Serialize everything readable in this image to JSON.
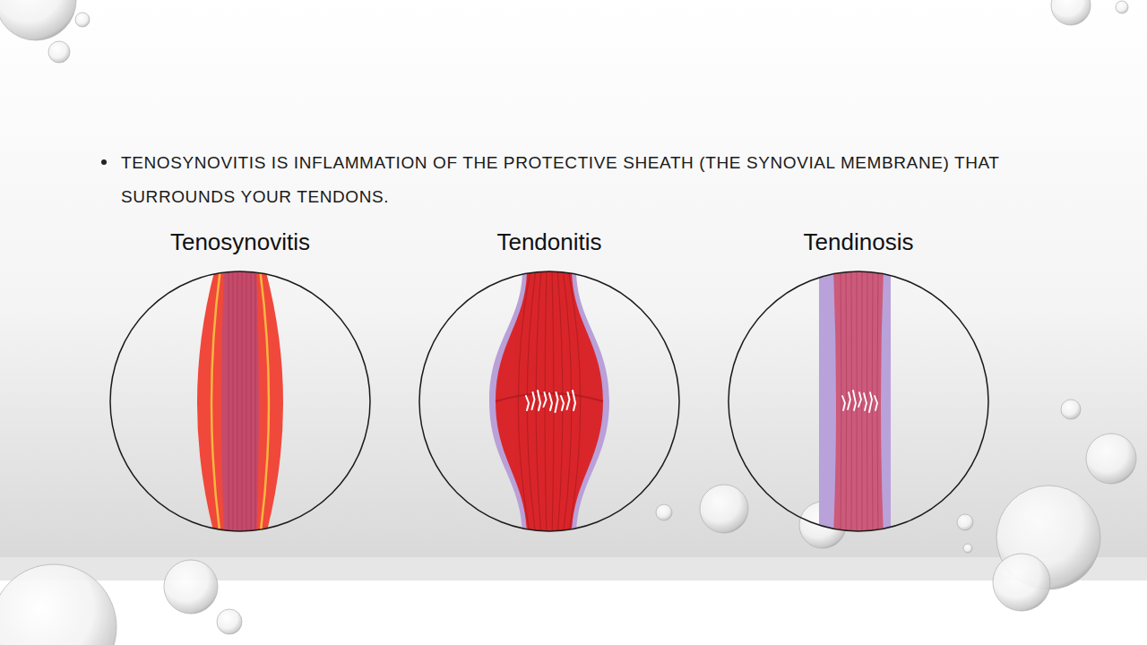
{
  "diagram": {
    "nodes": [
      {
        "text": [
          "Tenosynovitis"
        ]
      },
      {
        "text": [
          "Tendonitis"
        ]
      },
      {
        "text": [
          "Tendinosis"
        ]
      }
    ],
    "labels": [
      "TENOSYNOVITIS IS INFLAMMATION OF THE PROTECTIVE SHEATH (THE SYNOVIAL MEMBRANE) THAT SURROUNDS YOUR TENDONS."
    ]
  }
}
